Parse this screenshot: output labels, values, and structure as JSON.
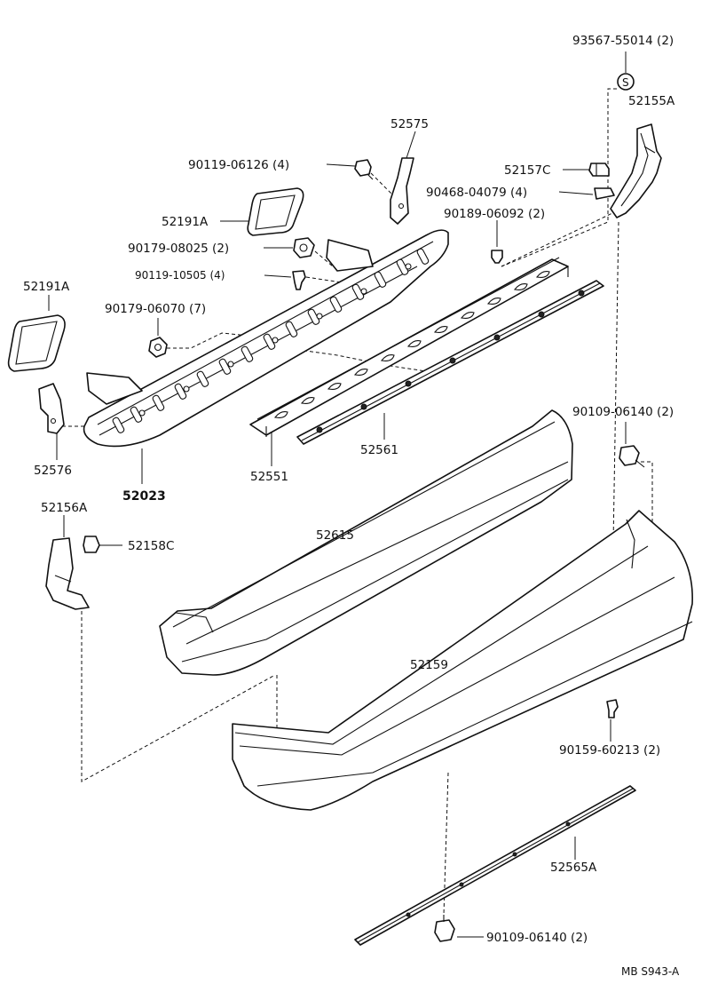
{
  "labels": {
    "p93567": "93567-55014 (2)",
    "s_mark": "S",
    "p52155A": "52155A",
    "p52575": "52575",
    "p90119_06126": "90119-06126 (4)",
    "p52157C": "52157C",
    "p90468": "90468-04079 (4)",
    "p90189": "90189-06092 (2)",
    "p52191A_1": "52191A",
    "p90179_08025": "90179-08025 (2)",
    "p90119_10505": "90119-10505 (4)",
    "p52191A_2": "52191A",
    "p90179_06070": "90179-06070 (7)",
    "p52576": "52576",
    "p52023": "52023",
    "p52551": "52551",
    "p52561": "52561",
    "p90109_06140_1": "90109-06140 (2)",
    "p52156A": "52156A",
    "p52158C": "52158C",
    "p52615": "52615",
    "p52159": "52159",
    "p90159": "90159-60213 (2)",
    "p52565A": "52565A",
    "p90109_06140_2": "90109-06140 (2)",
    "footer_code": "MB  S943-A"
  }
}
